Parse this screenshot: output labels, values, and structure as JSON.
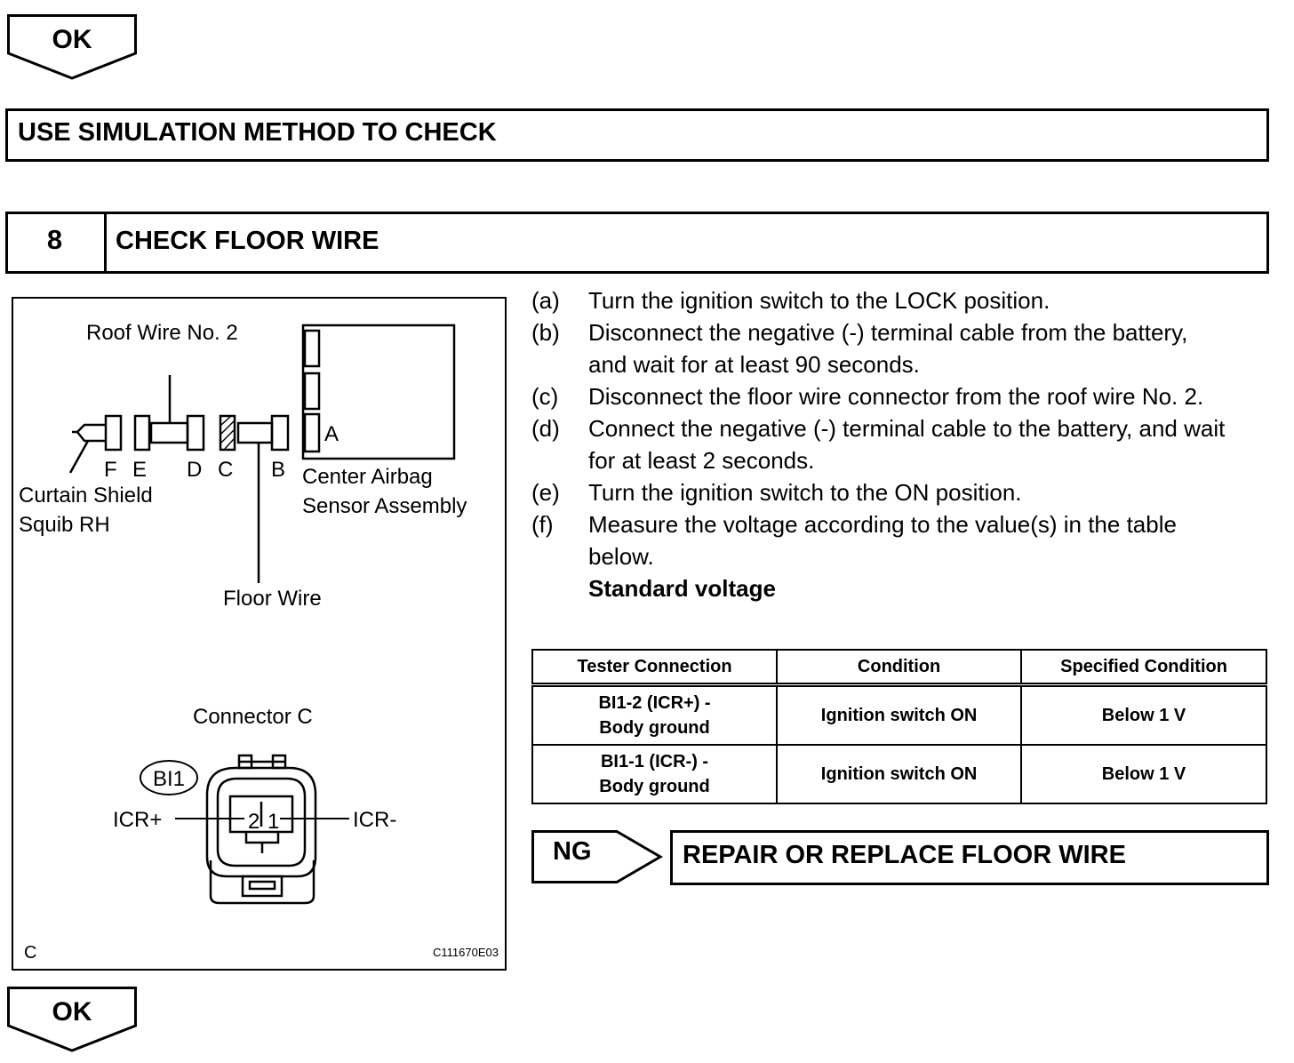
{
  "top_arrow": {
    "label": "OK"
  },
  "simulation_header": {
    "text": "USE SIMULATION METHOD TO CHECK"
  },
  "step_header": {
    "number": "8",
    "title": "CHECK FLOOR WIRE"
  },
  "diagram": {
    "roof_wire_label": "Roof Wire No. 2",
    "center_airbag_label_line1": "Center Airbag",
    "center_airbag_label_line2": "Sensor Assembly",
    "curtain_label_line1": "Curtain Shield",
    "curtain_label_line2": "Squib RH",
    "floor_wire_label": "Floor Wire",
    "letters": {
      "a": "A",
      "b": "B",
      "c": "C",
      "d": "D",
      "e": "E",
      "f": "F"
    },
    "connector_title": "Connector C",
    "connector_code": "BI1",
    "pin_left_label": "ICR+",
    "pin_right_label": "ICR-",
    "pin_2": "2",
    "pin_1": "1",
    "corner_letter": "C",
    "figure_id": "C111670E03"
  },
  "steps": [
    {
      "letter": "(a)",
      "text": "Turn the ignition switch to the LOCK position."
    },
    {
      "letter": "(b)",
      "text": "Disconnect the negative (-) terminal cable from the battery, and wait for at least 90 seconds."
    },
    {
      "letter": "(c)",
      "text": "Disconnect the floor wire connector from the roof wire No. 2."
    },
    {
      "letter": "(d)",
      "text": "Connect the negative (-) terminal cable to the battery, and wait for at least 2 seconds."
    },
    {
      "letter": "(e)",
      "text": "Turn the ignition switch to the ON position."
    },
    {
      "letter": "(f)",
      "text": "Measure the voltage according to the value(s) in the table below."
    }
  ],
  "standard_label": "Standard voltage",
  "table": {
    "headers": [
      "Tester Connection",
      "Condition",
      "Specified Condition"
    ],
    "rows": [
      {
        "connection_line1": "BI1-2 (ICR+) -",
        "connection_line2": "Body ground",
        "condition": "Ignition switch ON",
        "spec": "Below 1 V"
      },
      {
        "connection_line1": "BI1-1 (ICR-) -",
        "connection_line2": "Body ground",
        "condition": "Ignition switch ON",
        "spec": "Below 1 V"
      }
    ]
  },
  "ng": {
    "label": "NG",
    "action": "REPAIR OR REPLACE FLOOR WIRE"
  },
  "bottom_arrow": {
    "label": "OK"
  }
}
